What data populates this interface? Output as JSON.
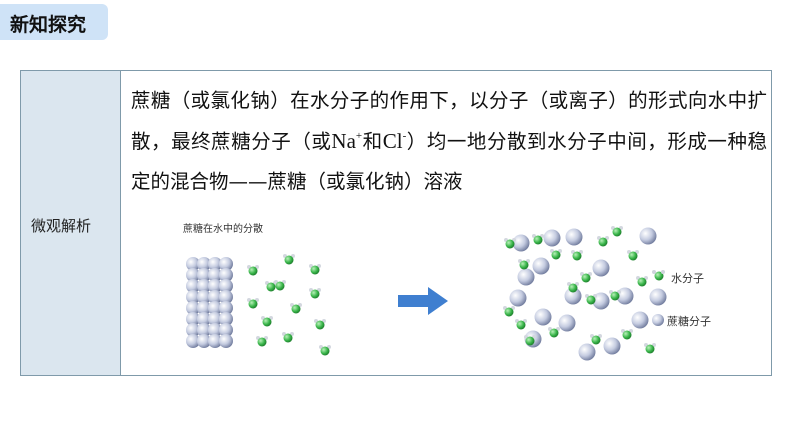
{
  "header": {
    "tag": "新知探究"
  },
  "table": {
    "row_label": "微观解析",
    "sentence": {
      "p1": "蔗糖（或氯化钠）在水分子的作用下，以分子（或离子）的形式向水中扩散，最终蔗糖分子（或",
      "na": "Na",
      "na_sup": "+",
      "and": "和",
      "cl": "Cl",
      "cl_sup": "-",
      "p2": "）均一地分散到水分子中间，形成一种稳定的混合物——蔗糖（或氯化钠）溶液"
    }
  },
  "figure": {
    "caption": "蔗糖在水中的分散",
    "legend_water": "水分子",
    "legend_sugar": "蔗糖分子"
  },
  "colors": {
    "tag_bg": "#cfe3f7",
    "label_bg": "#dbe6ef",
    "border": "#7f9aaa",
    "arrow": "#3f7fd0",
    "water_molecule": "#39b54a",
    "sugar_molecule": "#9aa6c4"
  }
}
